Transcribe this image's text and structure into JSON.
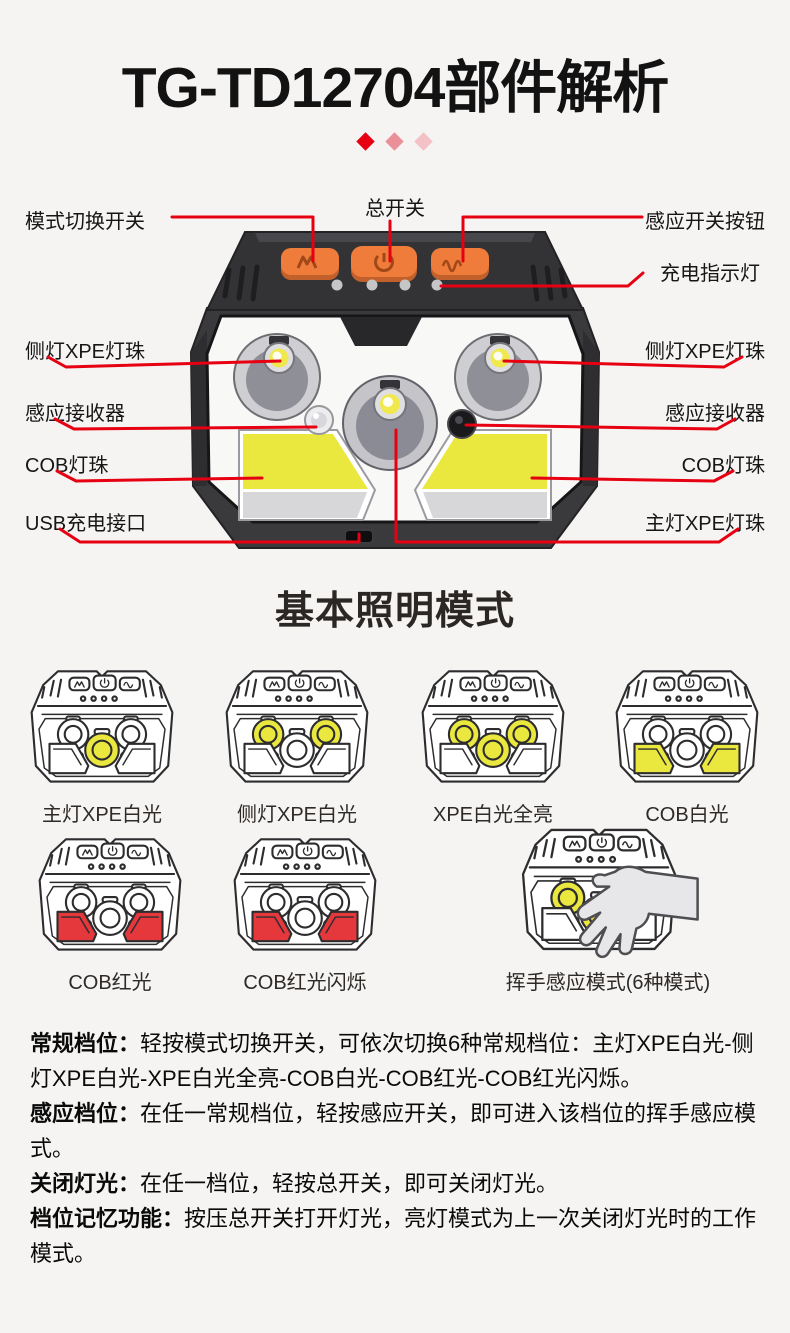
{
  "title": "TG-TD12704部件解析",
  "section2_title": "基本照明模式",
  "colors": {
    "accent_red": "#e60012",
    "diamond_2": "#ea9098",
    "diamond_3": "#f4c1c6",
    "button_orange": "#ef7c3a",
    "cob_yellow": "#eae73e",
    "cob_red": "#e4383c"
  },
  "diagram": {
    "labels": {
      "top_center": "总开关",
      "top_left": "模式切换开关",
      "top_right": "感应开关按钮",
      "charge_indicator": "充电指示灯",
      "side_led_left": "侧灯XPE灯珠",
      "side_led_right": "侧灯XPE灯珠",
      "sensor_left": "感应接收器",
      "sensor_right": "感应接收器",
      "cob_left": "COB灯珠",
      "cob_right": "COB灯珠",
      "usb_port": "USB充电接口",
      "main_led": "主灯XPE灯珠"
    }
  },
  "modes": [
    {
      "label": "主灯XPE白光",
      "lit": [
        "main"
      ],
      "color": "yellow"
    },
    {
      "label": "侧灯XPE白光",
      "lit": [
        "sides"
      ],
      "color": "yellow"
    },
    {
      "label": "XPE白光全亮",
      "lit": [
        "main",
        "sides"
      ],
      "color": "yellow"
    },
    {
      "label": "COB白光",
      "lit": [
        "cob"
      ],
      "color": "yellow"
    },
    {
      "label": "COB红光",
      "lit": [
        "cob"
      ],
      "color": "red"
    },
    {
      "label": "COB红光闪烁",
      "lit": [
        "cob"
      ],
      "color": "red"
    },
    {
      "label": "挥手感应模式(6种模式)",
      "lit": [
        "main",
        "sides"
      ],
      "color": "yellow",
      "hand": true
    }
  ],
  "paragraphs": [
    {
      "lead": "常规档位：",
      "text": "轻按模式切换开关，可依次切换6种常规档位：主灯XPE白光-侧灯XPE白光-XPE白光全亮-COB白光-COB红光-COB红光闪烁。"
    },
    {
      "lead": "感应档位：",
      "text": "在任一常规档位，轻按感应开关，即可进入该档位的挥手感应模式。"
    },
    {
      "lead": "关闭灯光：",
      "text": "在任一档位，轻按总开关，即可关闭灯光。"
    },
    {
      "lead": "档位记忆功能：",
      "text": "按压总开关打开灯光，亮灯模式为上一次关闭灯光时的工作模式。"
    }
  ]
}
